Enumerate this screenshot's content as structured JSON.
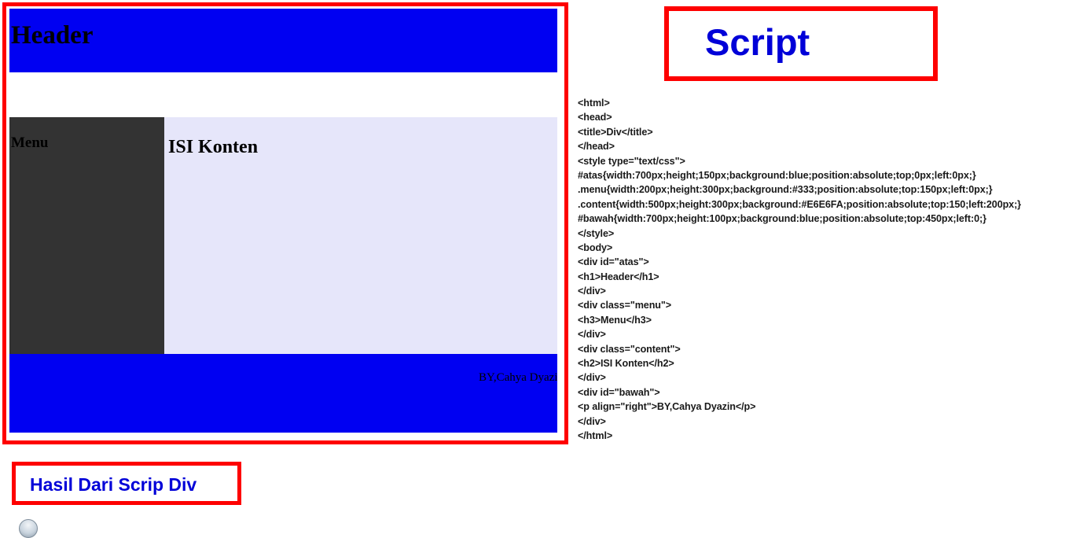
{
  "preview": {
    "frame_border_color": "#fe0000",
    "header": {
      "label": "Header",
      "background": "#0000f2"
    },
    "menu": {
      "label": "Menu",
      "background": "#333333"
    },
    "content": {
      "label": "ISI Konten",
      "background": "#E6E6FA"
    },
    "footer": {
      "label": "BY,Cahya Dyazin",
      "background": "#0000f2"
    }
  },
  "script_panel": {
    "title": "Script",
    "title_color": "#0000d8",
    "box_border_color": "#fe0000",
    "code_lines": [
      "<html>",
      "<head>",
      "<title>Div</title>",
      "</head>",
      "<style type=\"text/css\">",
      "#atas{width:700px;height;150px;background:blue;position:absolute;top;0px;left:0px;}",
      ".menu{width:200px;height:300px;background:#333;position:absolute;top:150px;left:0px;}",
      ".content{width:500px;height:300px;background:#E6E6FA;position:absolute;top:150;left:200px;}",
      "#bawah{width:700px;height:100px;background:blue;position:absolute;top:450px;left:0;}",
      "</style>",
      "<body>",
      "<div id=\"atas\">",
      "<h1>Header</h1>",
      "</div>",
      "<div class=\"menu\">",
      "<h3>Menu</h3>",
      "</div>",
      "<div class=\"content\">",
      "<h2>ISI Konten</h2>",
      "</div>",
      "<div id=\"bawah\">",
      "<p align=\"right\">BY,Cahya Dyazin</p>",
      "</div>",
      "</html>"
    ]
  },
  "result_caption": {
    "title": "Hasil Dari Scrip Div",
    "title_color": "#0000d8",
    "box_border_color": "#fe0000"
  }
}
